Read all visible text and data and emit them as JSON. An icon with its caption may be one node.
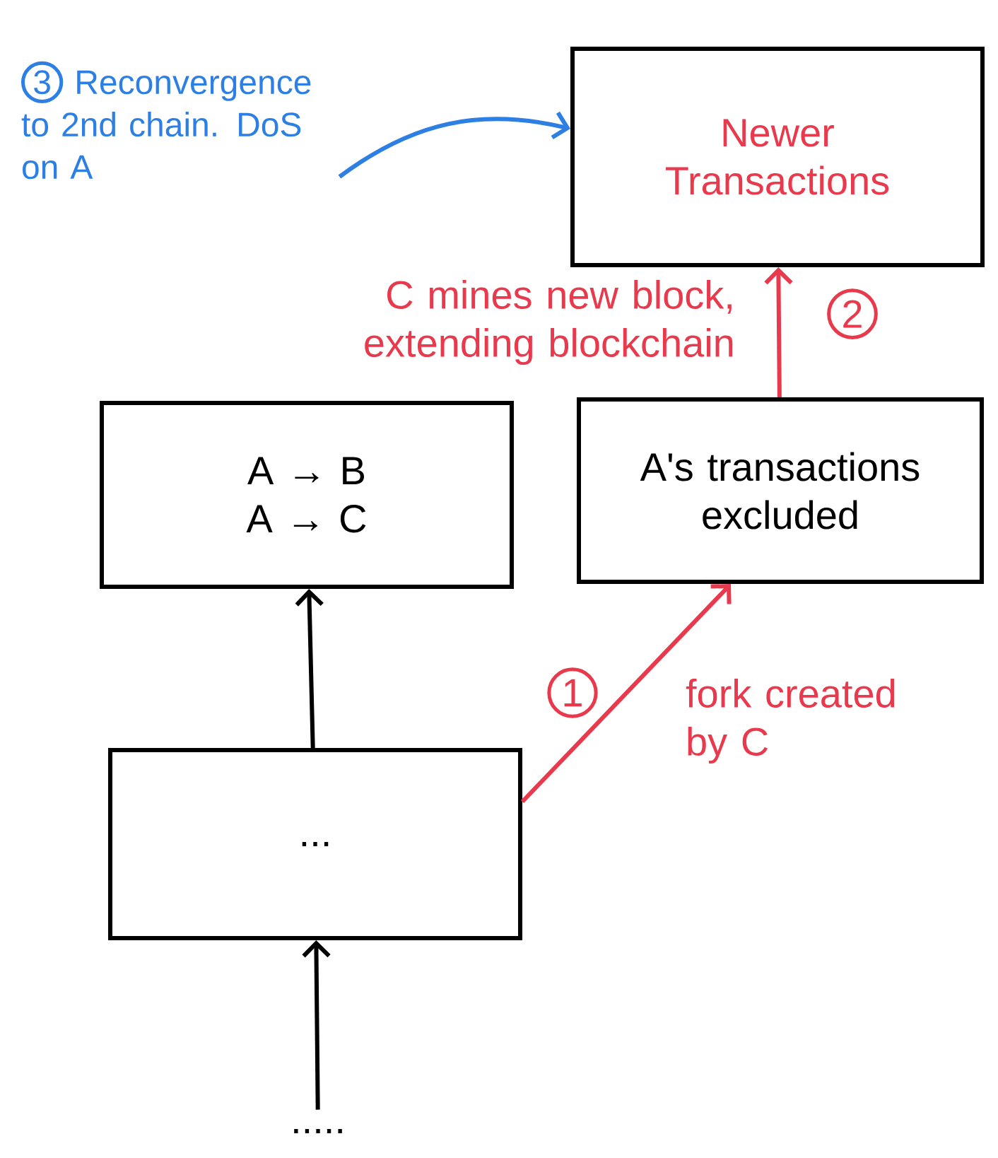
{
  "diagram": {
    "nodes": [
      {
        "text": [
          "Newer Transactions"
        ]
      },
      {
        "text": [
          "A → B",
          "A → C"
        ]
      },
      {
        "text": [
          "A's transactions excluded"
        ]
      },
      {
        "text": [
          "..."
        ]
      },
      {
        "text": [
          "....."
        ]
      },
      {
        "text": [
          "3",
          "Reconvergence to 2nd chain. DoS on A"
        ]
      }
    ],
    "edges": [
      {
        "from": 3,
        "to": 1,
        "arrow": "to"
      },
      {
        "from": 4,
        "to": 3,
        "arrow": "to"
      },
      {
        "from": 3,
        "to": 2,
        "arrow": "to",
        "label": "1",
        "color": "#e8394d"
      },
      {
        "from": 2,
        "to": 0,
        "arrow": "to",
        "label": "2",
        "color": "#e8394d"
      },
      {
        "from": 5,
        "to": 0,
        "arrow": "to",
        "color": "#2d7fe3"
      }
    ],
    "labels": [
      "C mines new block, extending blockchain",
      "fork created by C"
    ]
  }
}
